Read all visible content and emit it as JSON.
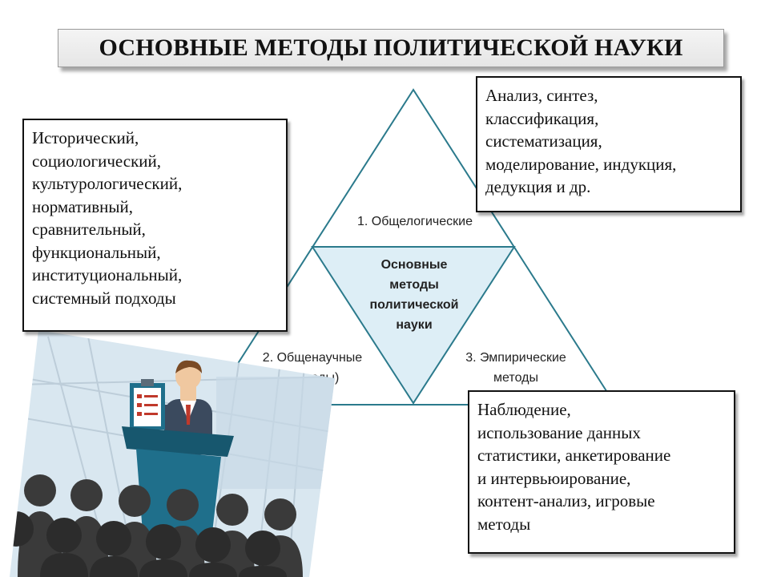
{
  "title": "ОСНОВНЫЕ МЕТОДЫ ПОЛИТИЧЕСКОЙ НАУКИ",
  "diagram": {
    "center_lines": [
      "Основные",
      "методы",
      "политической",
      "науки"
    ],
    "top_label": "1. Общелогические",
    "left_label_lines": [
      "2. Общенаучные",
      "(методы)"
    ],
    "right_label_lines": [
      "3. Эмпирические",
      "методы"
    ],
    "colors": {
      "stroke": "#2b7a8c",
      "center_fill": "#ddeef6",
      "outer_fill": "#ffffff"
    }
  },
  "boxes": {
    "left": [
      "Исторический,",
      "социологический,",
      "культурологический,",
      "нормативный,",
      "сравнительный,",
      "функциональный,",
      "институциональный,",
      "системный подходы"
    ],
    "top_right": [
      "Анализ, синтез,",
      "классификация,",
      "систематизация,",
      "моделирование, индукция,",
      "дедукция и др."
    ],
    "bottom_right": [
      "Наблюдение,",
      "использование данных",
      "статистики, анкетирование",
      "и интервьюирование,",
      "контент-анализ, игровые",
      "методы"
    ]
  },
  "illustration": {
    "icon": "speaker-at-podium-illustration",
    "colors": {
      "podium": "#1f6f8b",
      "suit": "#3b4a5e",
      "audience": "#3a3a3a",
      "background": "#d9e7f0"
    }
  }
}
